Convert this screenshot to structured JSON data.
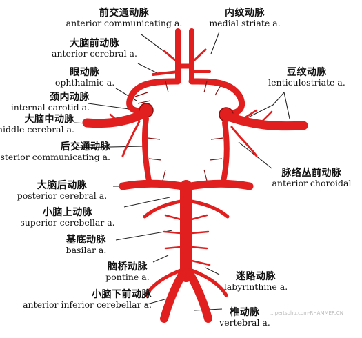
{
  "labels": {
    "acomm": {
      "cn": "前交通动脉",
      "en": "anterior communicating a."
    },
    "medstr": {
      "cn": "内纹动脉",
      "en": "medial striate a."
    },
    "aca": {
      "cn": "大脑前动脉",
      "en": "anterior cerebral a."
    },
    "lentic": {
      "cn": "豆纹动脉",
      "en": "lenticulostriate a."
    },
    "ophth": {
      "cn": "眼动脉",
      "en": "ophthalmic a."
    },
    "ica": {
      "cn": "颈内动脉",
      "en": "internal carotid a."
    },
    "mca": {
      "cn": "大脑中动脉",
      "en": "middle cerebral a."
    },
    "pcomm": {
      "cn": "后交通动脉",
      "en": "posterior communicating a."
    },
    "antchor": {
      "cn": "脉络丛前动脉",
      "en": "anterior choroidal"
    },
    "pca": {
      "cn": "大脑后动脉",
      "en": "posterior cerebral a."
    },
    "sca": {
      "cn": "小脑上动脉",
      "en": "superior cerebellar a."
    },
    "basilar": {
      "cn": "基底动脉",
      "en": "basilar a."
    },
    "pontine": {
      "cn": "脑桥动脉",
      "en": "pontine a."
    },
    "labyr": {
      "cn": "迷路动脉",
      "en": "labyrinthine a."
    },
    "aica": {
      "cn": "小脑下前动脉",
      "en": "anterior inferior cerebellar a."
    },
    "vert": {
      "cn": "椎动脉",
      "en": "vertebral a."
    }
  },
  "watermark": "...pertsohu.com-RHAMMER.CN",
  "colors": {
    "artery": "#e11f1f",
    "leader": "#222222",
    "outline": "#8a1010"
  }
}
